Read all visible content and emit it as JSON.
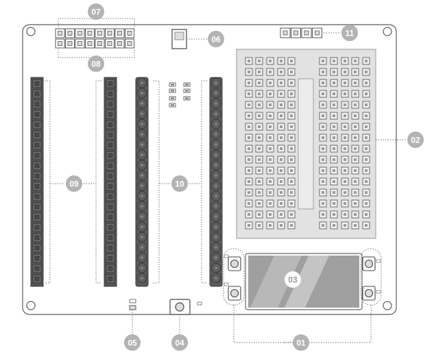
{
  "callouts": [
    {
      "id": "c01",
      "label": "01",
      "part": "push-buttons"
    },
    {
      "id": "c02",
      "label": "02",
      "part": "breadboard"
    },
    {
      "id": "c03",
      "label": "03",
      "part": "display"
    },
    {
      "id": "c04",
      "label": "04",
      "part": "reset-button"
    },
    {
      "id": "c05",
      "label": "05",
      "part": "power-led"
    },
    {
      "id": "c06",
      "label": "06",
      "part": "buzzer"
    },
    {
      "id": "c07",
      "label": "07",
      "part": "top-header-row"
    },
    {
      "id": "c08",
      "label": "08",
      "part": "bottom-header-row"
    },
    {
      "id": "c09",
      "label": "09",
      "part": "female-headers"
    },
    {
      "id": "c10",
      "label": "10",
      "part": "male-headers"
    },
    {
      "id": "c11",
      "label": "11",
      "part": "small-header"
    }
  ],
  "colors": {
    "board_outline": "#5a5a5a",
    "callout_circle": "#b3b3b3",
    "header_dark": "#555555",
    "pin_light": "#d9d9d9",
    "breadboard_fill": "#e2e2e2",
    "display_frame": "#cfcfcf",
    "display_glass": "#9a9a9a"
  }
}
